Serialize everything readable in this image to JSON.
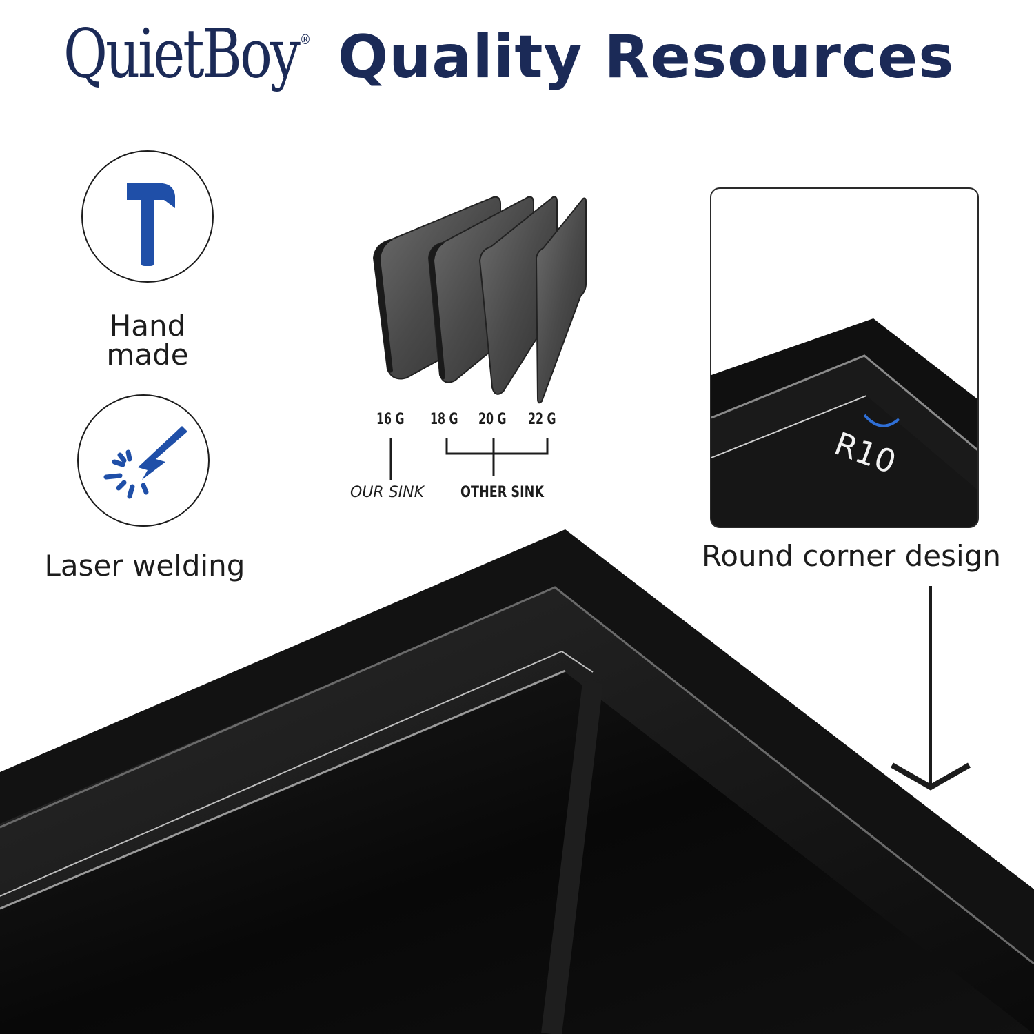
{
  "header": {
    "brand_name": "QuietBoy",
    "registered_mark": "®",
    "headline": "Quality Resources"
  },
  "features": [
    {
      "label": "Hand made",
      "icon": "hammer-icon"
    },
    {
      "label": "Laser welding",
      "icon": "laser-welding-icon"
    }
  ],
  "gauge_comparison": {
    "gauges": [
      "16 G",
      "18 G",
      "20 G",
      "22 G"
    ],
    "our_sink_label": "OUR SINK",
    "other_sink_label": "OTHER SINK"
  },
  "corner_inset": {
    "radius_label": "R10",
    "caption": "Round corner design"
  },
  "colors": {
    "brand_navy": "#1b2a57",
    "icon_blue": "#1f4fa8",
    "sink_black": "#0b0b0b"
  }
}
